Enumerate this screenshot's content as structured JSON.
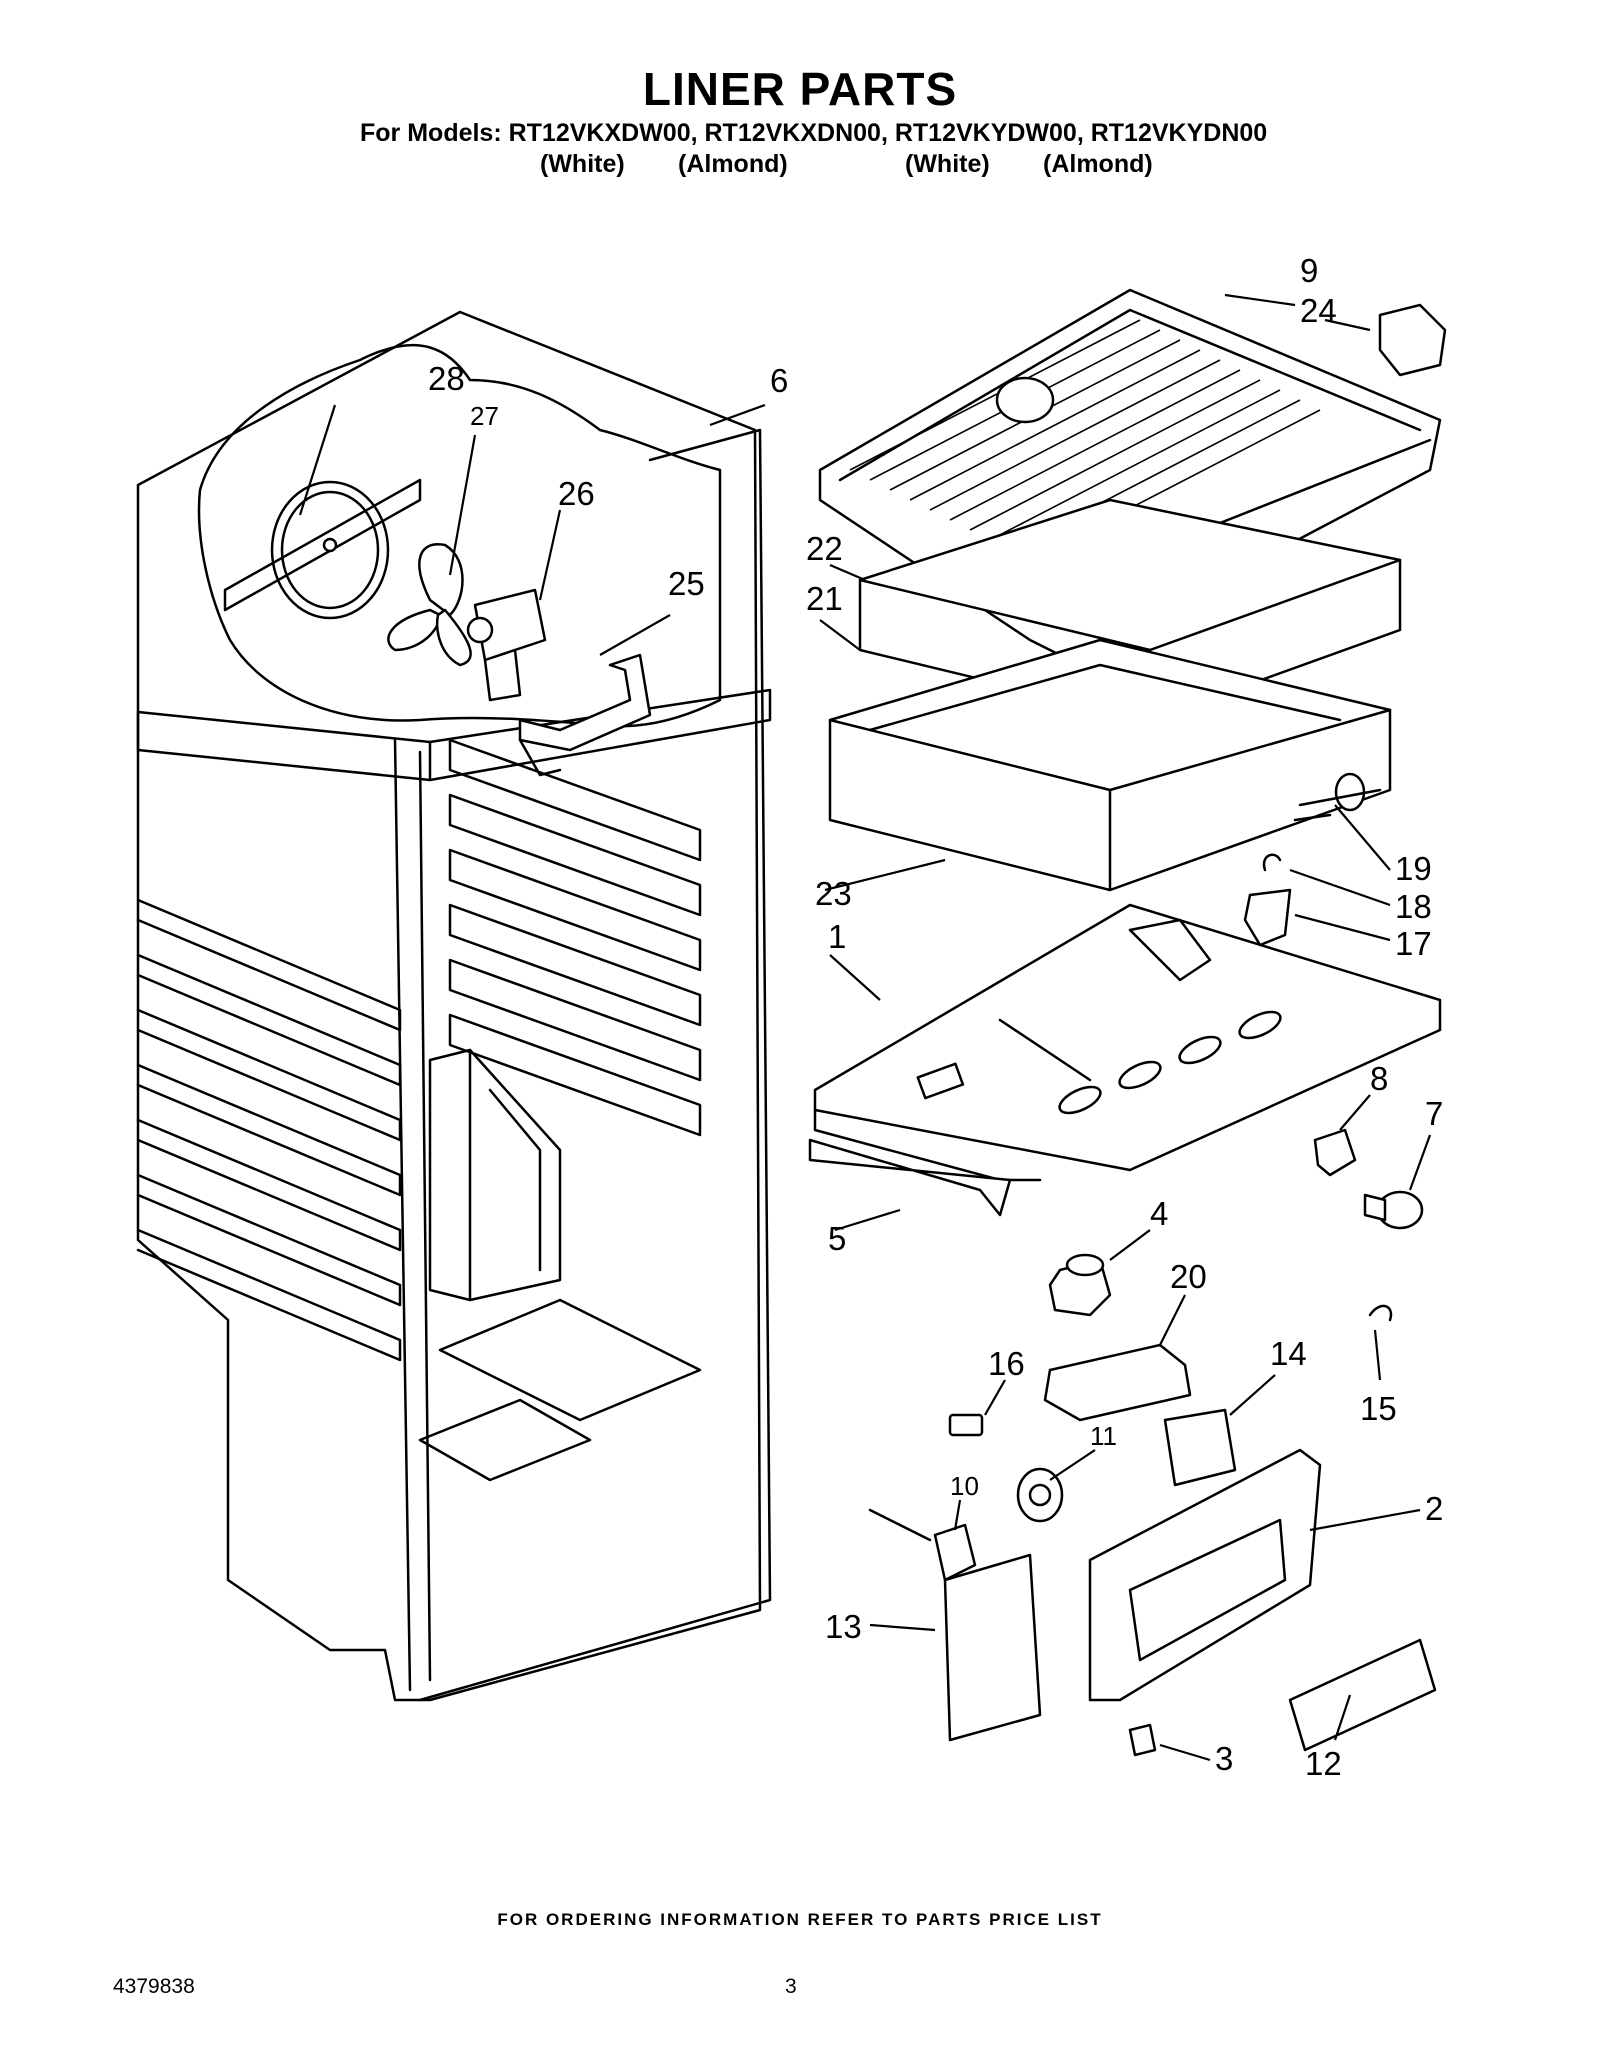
{
  "title": "LINER PARTS",
  "models_line": "For Models: RT12VKXDW00, RT12VKXDN00, RT12VKYDW00, RT12VKYDN00",
  "colors": [
    "(White)",
    "(Almond)",
    "(White)",
    "(Almond)"
  ],
  "callouts": [
    "1",
    "2",
    "3",
    "4",
    "5",
    "6",
    "7",
    "8",
    "9",
    "10",
    "11",
    "12",
    "13",
    "14",
    "15",
    "16",
    "17",
    "18",
    "19",
    "20",
    "21",
    "22",
    "23",
    "24",
    "25",
    "26",
    "27",
    "28"
  ],
  "footer_note": "FOR ORDERING INFORMATION REFER TO PARTS PRICE LIST",
  "doc_number": "4379838",
  "page_number": "3"
}
